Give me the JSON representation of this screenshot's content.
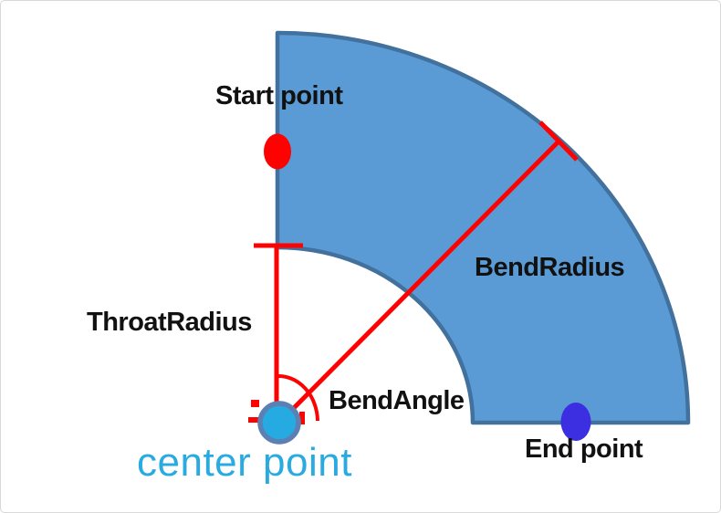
{
  "diagram": {
    "labels": {
      "start_point": "Start point",
      "throat_radius": "ThroatRadius",
      "bend_radius": "BendRadius",
      "bend_angle": "BendAngle",
      "end_point": "End point",
      "center_point": "center point"
    },
    "colors": {
      "shape_fill": "#5B9BD5",
      "shape_border": "#41719C",
      "annotation_red": "#FE0202",
      "start_marker": "#FE0202",
      "end_marker": "#3B2FE1",
      "center_fill": "#25AAE1",
      "center_border": "#5C80B1",
      "center_label": "#29ABE2",
      "label_color": "#111111",
      "page_border": "#D8D8D8"
    }
  }
}
